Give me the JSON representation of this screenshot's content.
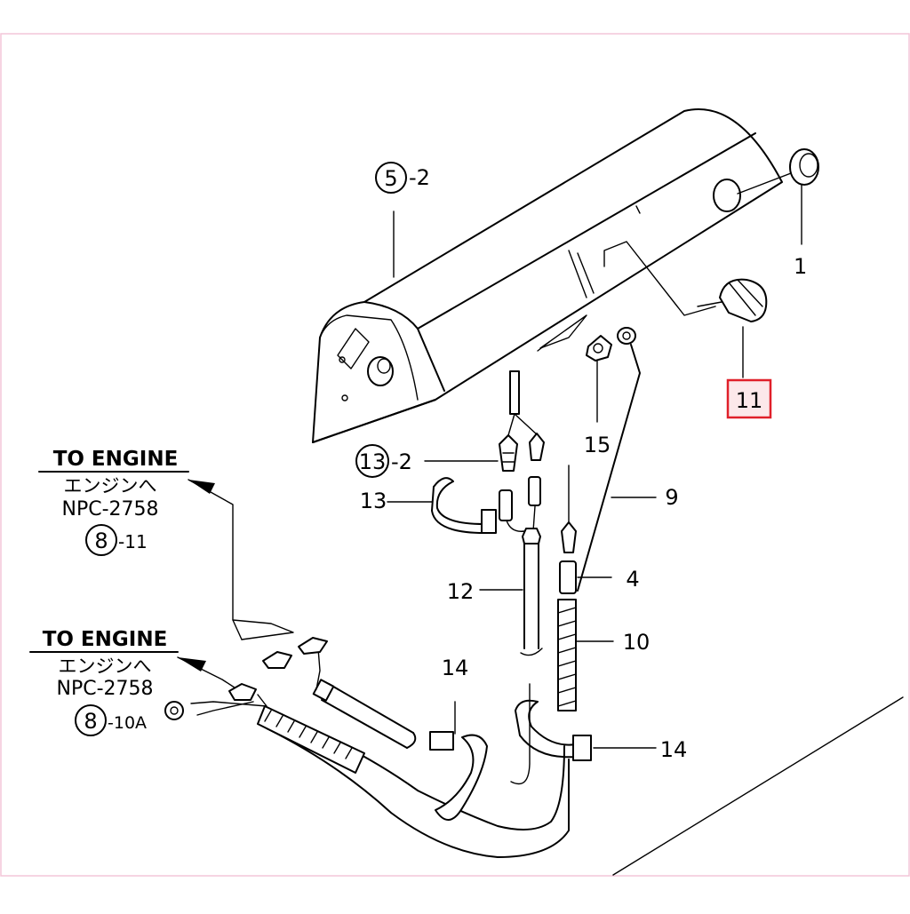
{
  "callouts": {
    "c1": "1",
    "c4": "4",
    "c9": "9",
    "c10": "10",
    "c11": "11",
    "c12": "12",
    "c13": "13",
    "c14a": "14",
    "c14b": "14",
    "c15": "15",
    "ref5_circle": "5",
    "ref5_suffix": "-2",
    "ref13_circle": "13",
    "ref13_suffix": "-2"
  },
  "engine_refs": [
    {
      "heading": "TO ENGINE",
      "jp": "エンジンへ",
      "code": "NPC-2758",
      "circle": "8",
      "suffix": "-11"
    },
    {
      "heading": "TO ENGINE",
      "jp": "エンジンへ",
      "code": "NPC-2758",
      "circle": "8",
      "suffix": "-10A"
    }
  ],
  "colors": {
    "highlight": "#e0202a",
    "highlight_fill": "#fce8ea",
    "border": "#f3c6d8",
    "ink": "#000000"
  }
}
